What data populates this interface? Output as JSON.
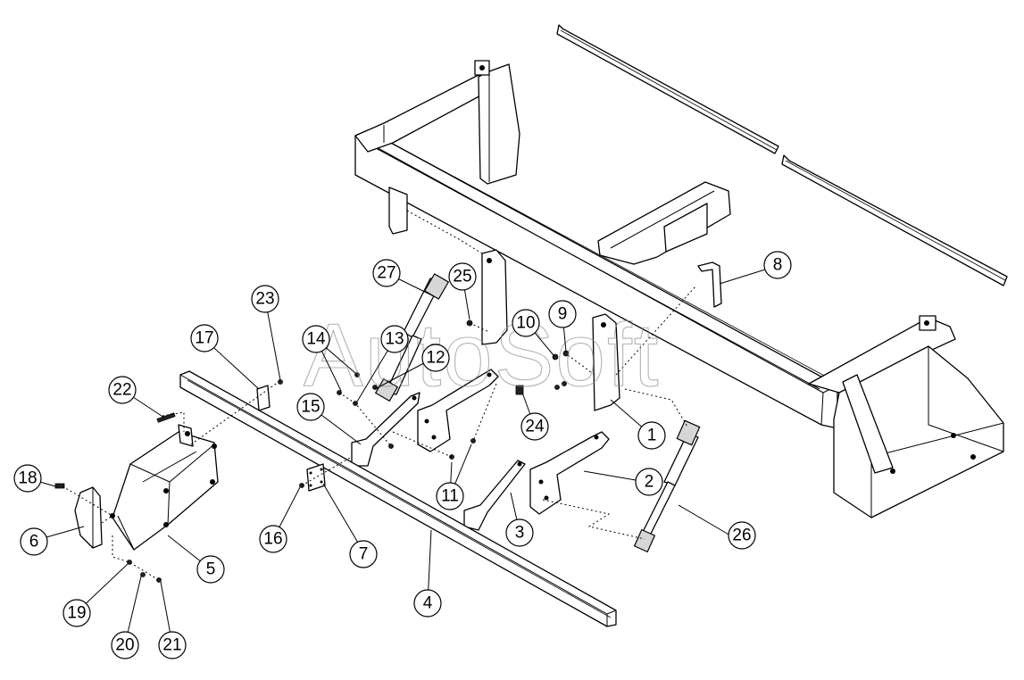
{
  "watermark": {
    "text": "AutoSoft"
  },
  "callouts": [
    {
      "id": "1",
      "label": "1"
    },
    {
      "id": "2",
      "label": "2"
    },
    {
      "id": "3",
      "label": "3"
    },
    {
      "id": "4",
      "label": "4"
    },
    {
      "id": "5",
      "label": "5"
    },
    {
      "id": "6",
      "label": "6"
    },
    {
      "id": "7",
      "label": "7"
    },
    {
      "id": "8",
      "label": "8"
    },
    {
      "id": "9",
      "label": "9"
    },
    {
      "id": "10",
      "label": "10"
    },
    {
      "id": "11",
      "label": "11"
    },
    {
      "id": "12",
      "label": "12"
    },
    {
      "id": "13",
      "label": "13"
    },
    {
      "id": "14",
      "label": "14"
    },
    {
      "id": "15",
      "label": "15"
    },
    {
      "id": "16",
      "label": "16"
    },
    {
      "id": "17",
      "label": "17"
    },
    {
      "id": "18",
      "label": "18"
    },
    {
      "id": "19",
      "label": "19"
    },
    {
      "id": "20",
      "label": "20"
    },
    {
      "id": "21",
      "label": "21"
    },
    {
      "id": "22",
      "label": "22"
    },
    {
      "id": "23",
      "label": "23"
    },
    {
      "id": "24",
      "label": "24"
    },
    {
      "id": "25",
      "label": "25"
    },
    {
      "id": "26",
      "label": "26"
    },
    {
      "id": "27",
      "label": "27"
    }
  ]
}
